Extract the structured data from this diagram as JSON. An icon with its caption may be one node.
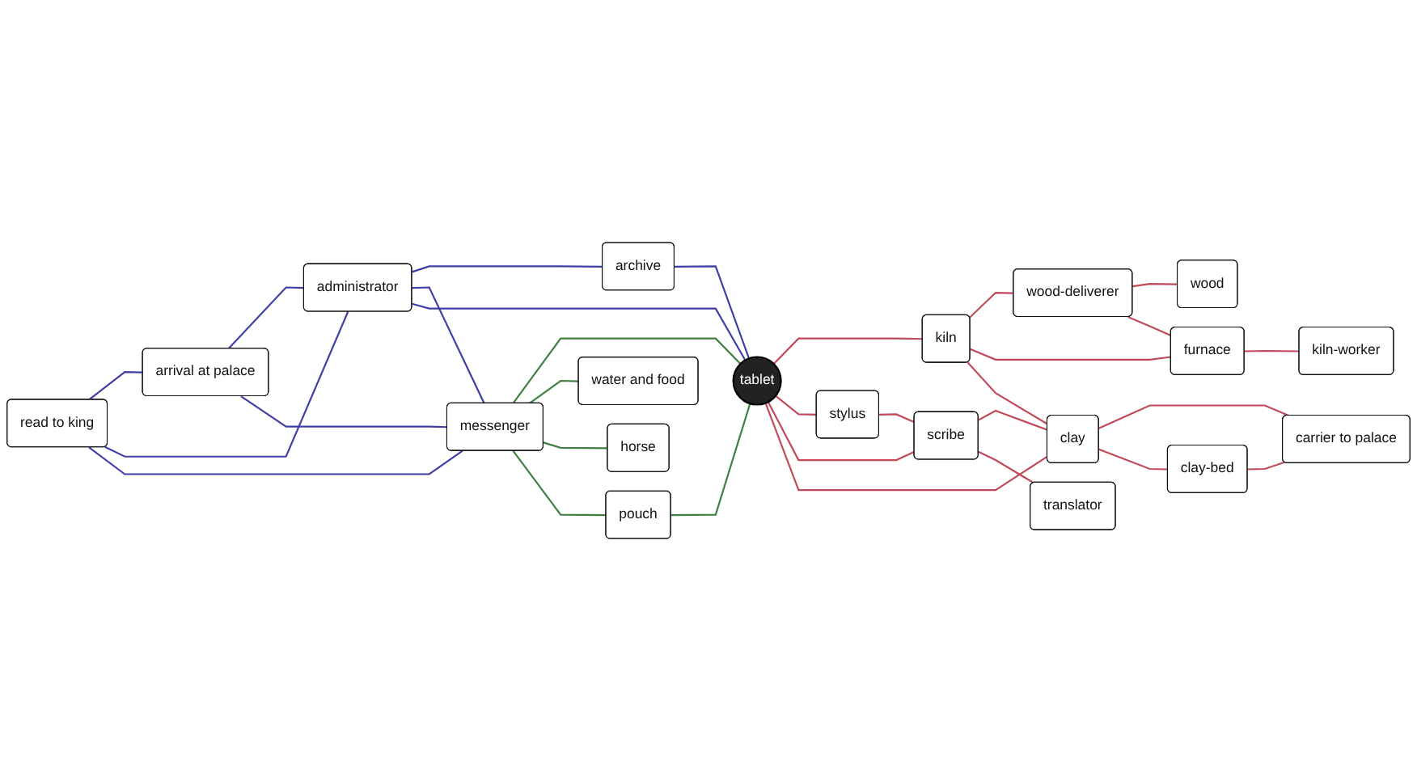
{
  "diagram": {
    "nodes": [
      {
        "text": [
          "read to king"
        ]
      },
      {
        "text": [
          "arrival at palace"
        ]
      },
      {
        "text": [
          "administrator"
        ]
      },
      {
        "text": [
          "archive"
        ]
      },
      {
        "text": [
          "wood"
        ]
      },
      {
        "text": [
          "messenger"
        ]
      },
      {
        "text": [
          "wood-deliverer"
        ]
      },
      {
        "text": [
          "water and food"
        ]
      },
      {
        "text": [
          "horse"
        ]
      },
      {
        "text": [
          "pouch"
        ]
      },
      {
        "text": [
          "tablet"
        ]
      },
      {
        "text": [
          "kiln"
        ]
      },
      {
        "text": [
          "furnace"
        ]
      },
      {
        "text": [
          "kiln-worker"
        ]
      },
      {
        "text": [
          "stylus"
        ]
      },
      {
        "text": [
          "scribe"
        ]
      },
      {
        "text": [
          "clay"
        ]
      },
      {
        "text": [
          "carrier to palace"
        ]
      },
      {
        "text": [
          "clay-bed"
        ]
      },
      {
        "text": [
          "translator"
        ]
      }
    ],
    "edges": [
      {
        "from": 0,
        "to": 1,
        "arrow": "none",
        "color": "#3f3fa8"
      },
      {
        "from": 0,
        "to": 2,
        "arrow": "none",
        "color": "#3f3fa8"
      },
      {
        "from": 0,
        "to": 5,
        "arrow": "none",
        "color": "#3f3fa8"
      },
      {
        "from": 1,
        "to": 2,
        "arrow": "none",
        "color": "#3f3fa8"
      },
      {
        "from": 2,
        "to": 3,
        "arrow": "none",
        "color": "#3f3fa8"
      },
      {
        "from": 1,
        "to": 5,
        "arrow": "none",
        "color": "#3f3fa8"
      },
      {
        "from": 2,
        "to": 5,
        "arrow": "none",
        "color": "#3f3fa8"
      },
      {
        "from": 2,
        "to": 10,
        "arrow": "none",
        "color": "#3f3fa8"
      },
      {
        "from": 3,
        "to": 10,
        "arrow": "none",
        "color": "#3f3fa8"
      },
      {
        "from": 5,
        "to": 10,
        "arrow": "none",
        "color": "#3f7f3f"
      },
      {
        "from": 5,
        "to": 7,
        "arrow": "none",
        "color": "#3f7f3f"
      },
      {
        "from": 5,
        "to": 8,
        "arrow": "none",
        "color": "#3f7f3f"
      },
      {
        "from": 5,
        "to": 9,
        "arrow": "none",
        "color": "#3f7f3f"
      },
      {
        "from": 9,
        "to": 10,
        "arrow": "none",
        "color": "#3f7f3f"
      },
      {
        "from": 10,
        "to": 11,
        "arrow": "none"
      },
      {
        "from": 10,
        "to": 14,
        "arrow": "none"
      },
      {
        "from": 10,
        "to": 15,
        "arrow": "none"
      },
      {
        "from": 10,
        "to": 16,
        "arrow": "none"
      },
      {
        "from": 11,
        "to": 6,
        "arrow": "none"
      },
      {
        "from": 6,
        "to": 4,
        "arrow": "none"
      },
      {
        "from": 11,
        "to": 12,
        "arrow": "none"
      },
      {
        "from": 12,
        "to": 13,
        "arrow": "none"
      },
      {
        "from": 6,
        "to": 12,
        "arrow": "none"
      },
      {
        "from": 11,
        "to": 16,
        "arrow": "none"
      },
      {
        "from": 14,
        "to": 15,
        "arrow": "none"
      },
      {
        "from": 15,
        "to": 16,
        "arrow": "none"
      },
      {
        "from": 16,
        "to": 17,
        "arrow": "none"
      },
      {
        "from": 16,
        "to": 18,
        "arrow": "none"
      },
      {
        "from": 18,
        "to": 17,
        "arrow": "none"
      },
      {
        "from": 15,
        "to": 19,
        "arrow": "none"
      }
    ]
  }
}
